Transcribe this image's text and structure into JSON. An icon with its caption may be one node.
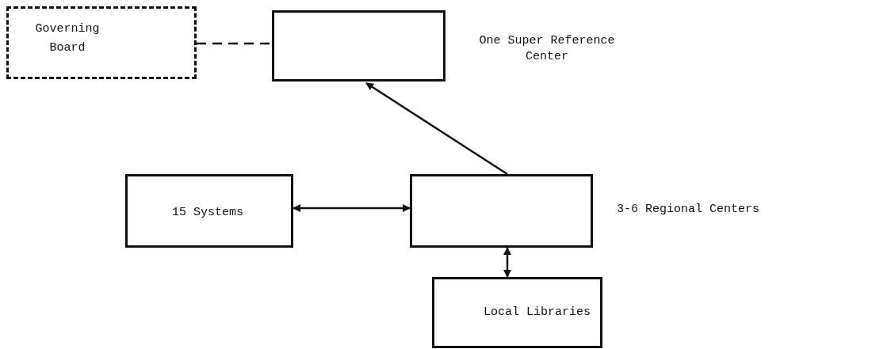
{
  "diagram": {
    "nodes": [
      {
        "text": [
          "Governing Board"
        ]
      },
      {
        "text": [],
        "shape": "box",
        "beside": [
          "One Super Reference Center"
        ]
      },
      {
        "text": [
          "15 Systems"
        ]
      },
      {
        "text": [],
        "shape": "box",
        "beside": [
          "3-6 Regional Centers"
        ]
      },
      {
        "text": [
          "Local Libraries"
        ]
      }
    ],
    "edges": [
      {
        "from": 0,
        "to": 1,
        "arrow": "none",
        "style": "dashed"
      },
      {
        "from": 3,
        "to": 1,
        "arrow": "to"
      },
      {
        "from": 2,
        "to": 3,
        "arrow": "both"
      },
      {
        "from": 3,
        "to": 4,
        "arrow": "both"
      }
    ]
  }
}
